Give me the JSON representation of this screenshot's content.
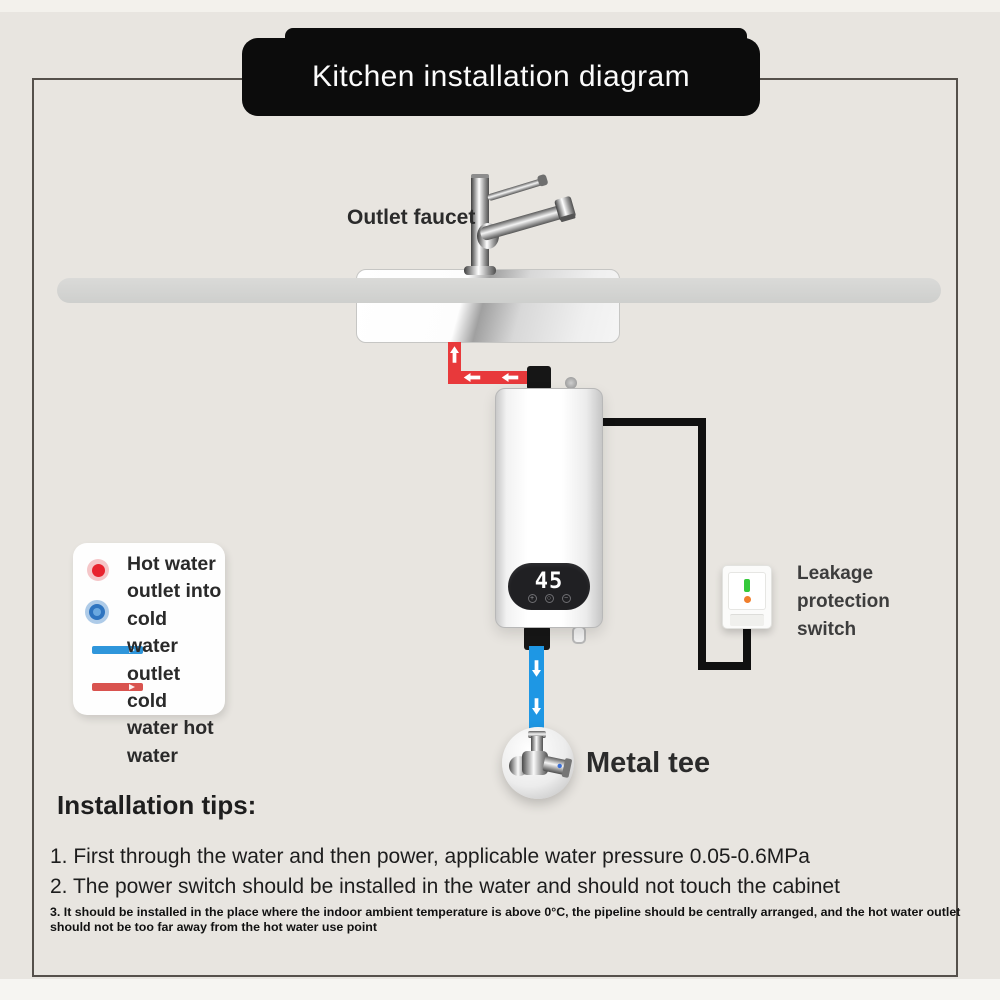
{
  "banner": {
    "title": "Kitchen installation diagram"
  },
  "faucet": {
    "label": "Outlet faucet"
  },
  "heater": {
    "display_value": "45",
    "button_icons": [
      "+",
      "○",
      "−"
    ]
  },
  "legend": {
    "lines": [
      "Hot water",
      "outlet into",
      "cold water",
      "outlet cold",
      "water hot",
      "water"
    ]
  },
  "switch": {
    "label_lines": [
      "Leakage",
      "protection",
      "switch"
    ]
  },
  "tee": {
    "label": "Metal tee"
  },
  "tips": {
    "heading": "Installation tips:",
    "item1": "1. First through the water and then power, applicable water pressure 0.05-0.6MPa",
    "item2": "2. The power switch should be installed in the water and should not touch the cabinet",
    "item3": "3. It should be installed in the place where the indoor ambient temperature is above 0°C, the pipeline should be centrally arranged, and the hot water outlet should not be too far away from the hot water use point"
  },
  "colors": {
    "hot": "#e8393b",
    "cold": "#1e97e4",
    "banner_bg": "#0c0c0c",
    "background": "#e8e5e0",
    "led_green": "#35c93a",
    "led_orange": "#f07e2c"
  }
}
